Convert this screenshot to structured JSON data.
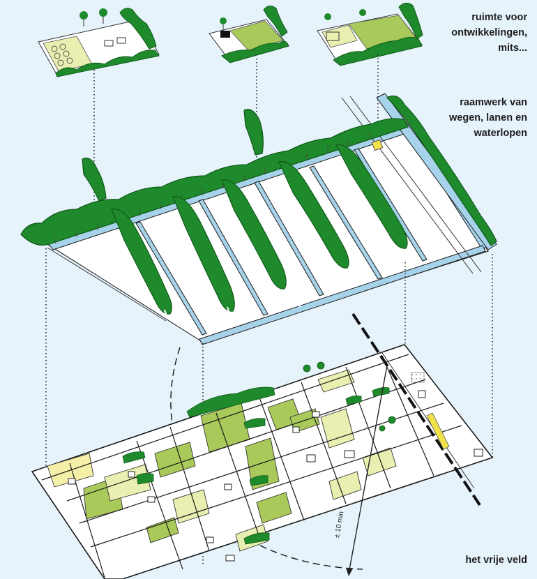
{
  "labels": {
    "space_lines": [
      "ruimte voor",
      "ontwikkelingen,",
      "mits..."
    ],
    "framework_lines": [
      "raamwerk van",
      "wegen, lanen en",
      "waterlopen"
    ],
    "free_field": "het vrije veld",
    "time_marker": "± 10 min"
  },
  "colors": {
    "background": "#e6f3fb",
    "tree_green": "#1f8a2c",
    "water_blue": "#a7d3ea",
    "plot_green": "#a9c95a",
    "plot_light": "#e9efb0",
    "path_yellow": "#f2e24a",
    "ink": "#1a1a1a"
  }
}
